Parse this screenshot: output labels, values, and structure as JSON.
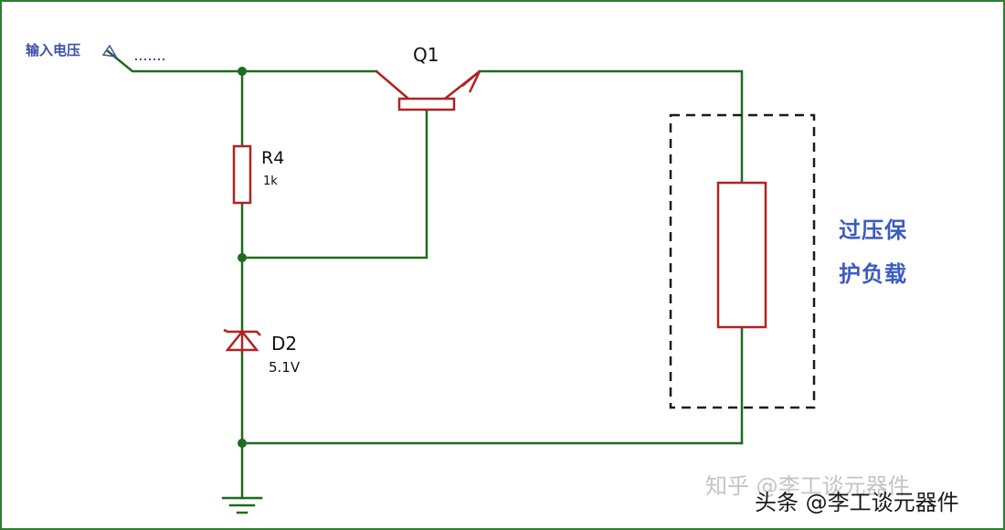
{
  "labels": {
    "input": "输入电压",
    "transistor": "Q1",
    "resistor_name": "R4",
    "resistor_value": "1k",
    "diode_name": "D2",
    "diode_value": "5.1V",
    "load_line1": "过压保",
    "load_line2": "护负载"
  },
  "watermarks": {
    "zhihu": "知乎 @李工谈元器件",
    "toutiao": "头条 @李工谈元器件"
  },
  "colors": {
    "wire": "#1f6b1f",
    "component": "#b22222",
    "label_blue": "#3b5bc4",
    "frame": "#2e7d32"
  }
}
